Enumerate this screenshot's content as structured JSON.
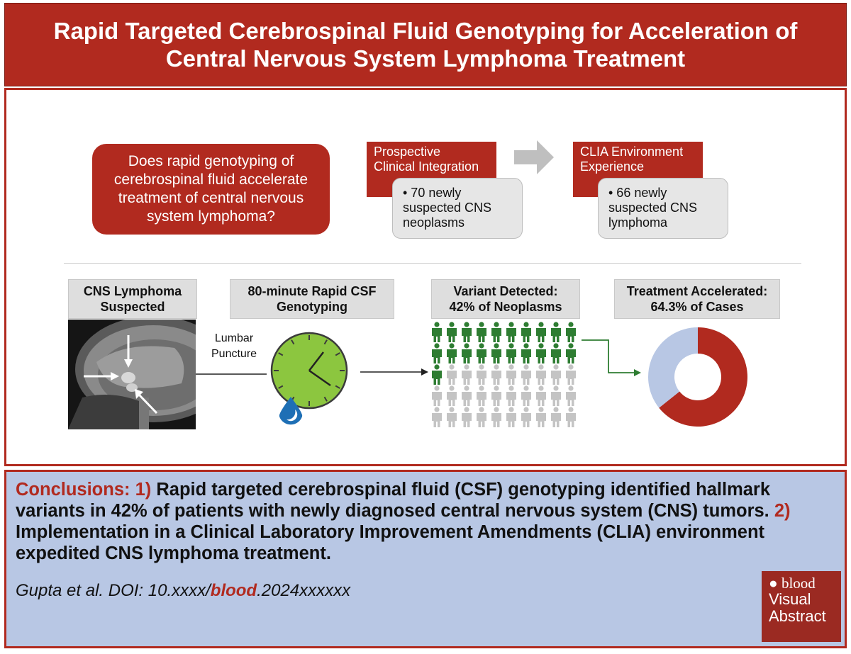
{
  "title": {
    "line1": "Rapid Targeted Cerebrospinal Fluid Genotyping for Acceleration of",
    "line2": "Central Nervous System Lymphoma Treatment"
  },
  "question": "Does rapid genotyping of cerebrospinal fluid accelerate treatment of central nervous system lymphoma?",
  "cohorts": [
    {
      "tab_line1": "Prospective",
      "tab_line2": "Clinical Integration",
      "bullet_line1": "• 70 newly",
      "bullet_line2": "suspected CNS",
      "bullet_line3": "neoplasms"
    },
    {
      "tab_line1": "CLIA Environment",
      "tab_line2": "Experience",
      "bullet_line1": "• 66 newly",
      "bullet_line2": "suspected CNS",
      "bullet_line3": "lymphoma"
    }
  ],
  "steps": [
    {
      "line1": "CNS Lymphoma",
      "line2": "Suspected"
    },
    {
      "line1": "80-minute Rapid CSF",
      "line2": "Genotyping"
    },
    {
      "line1": "Variant Detected:",
      "line2": "42% of Neoplasms"
    },
    {
      "line1": "Treatment Accelerated:",
      "line2": "64.3% of Cases"
    }
  ],
  "lumbar": {
    "line1": "Lumbar",
    "line2": "Puncture"
  },
  "people_grid": {
    "total": 50,
    "highlighted": 21,
    "color_on": "#2e7d32",
    "color_off": "#c4c4c4"
  },
  "donut": {
    "fraction": 0.643,
    "color_on": "#b12a1f",
    "color_off": "#b8c7e4"
  },
  "colors": {
    "accent": "#b12a1f",
    "panel_blue": "#b8c7e4",
    "clock_green": "#8cc63f",
    "drop_blue": "#1e6fb5"
  },
  "conclusions": {
    "label": "Conclusions: 1)",
    "text1": " Rapid targeted cerebrospinal fluid (CSF) genotyping identified hallmark variants in 42% of patients with newly diagnosed central nervous system (CNS) tumors. ",
    "num2": "2)",
    "text2": " Implementation in a Clinical Laboratory Improvement Amendments (CLIA) environment expedited CNS lymphoma treatment."
  },
  "citation": {
    "prefix": "Gupta et al. DOI: 10.xxxx/",
    "journal": "blood",
    "suffix": ".2024xxxxxx"
  },
  "logo": {
    "brand": "blood",
    "line1": "Visual",
    "line2": "Abstract"
  }
}
